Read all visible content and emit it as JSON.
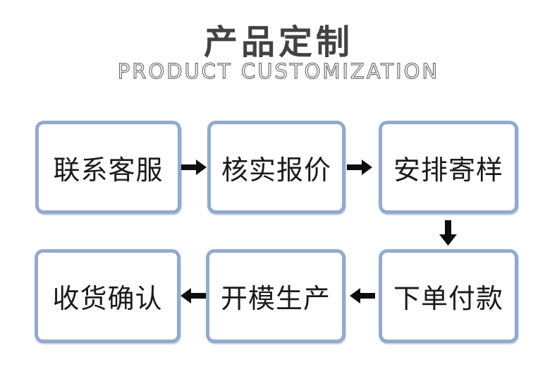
{
  "header": {
    "title": "产品定制",
    "subtitle": "PRODUCT CUSTOMIZATION"
  },
  "steps": [
    {
      "order": 1,
      "label": "联系客服",
      "row": 1,
      "col": 1
    },
    {
      "order": 2,
      "label": "核实报价",
      "row": 1,
      "col": 2
    },
    {
      "order": 3,
      "label": "安排寄样",
      "row": 1,
      "col": 3
    },
    {
      "order": 4,
      "label": "下单付款",
      "row": 2,
      "col": 3
    },
    {
      "order": 5,
      "label": "开模生产",
      "row": 2,
      "col": 2
    },
    {
      "order": 6,
      "label": "收货确认",
      "row": 2,
      "col": 1
    }
  ],
  "arrows": [
    {
      "direction": "right",
      "from": "联系客服",
      "to": "核实报价"
    },
    {
      "direction": "right",
      "from": "核实报价",
      "to": "安排寄样"
    },
    {
      "direction": "down",
      "from": "安排寄样",
      "to": "下单付款"
    },
    {
      "direction": "left",
      "from": "下单付款",
      "to": "开模生产"
    },
    {
      "direction": "left",
      "from": "开模生产",
      "to": "收货确认"
    }
  ],
  "colors": {
    "page_background": "#ffffff",
    "box_border": "#93aacd",
    "box_background": "#ffffff",
    "step_text": "#1a1a1a",
    "arrow": "#0d0d0d",
    "title": "#424242",
    "subtitle": "#6b6b6b"
  }
}
